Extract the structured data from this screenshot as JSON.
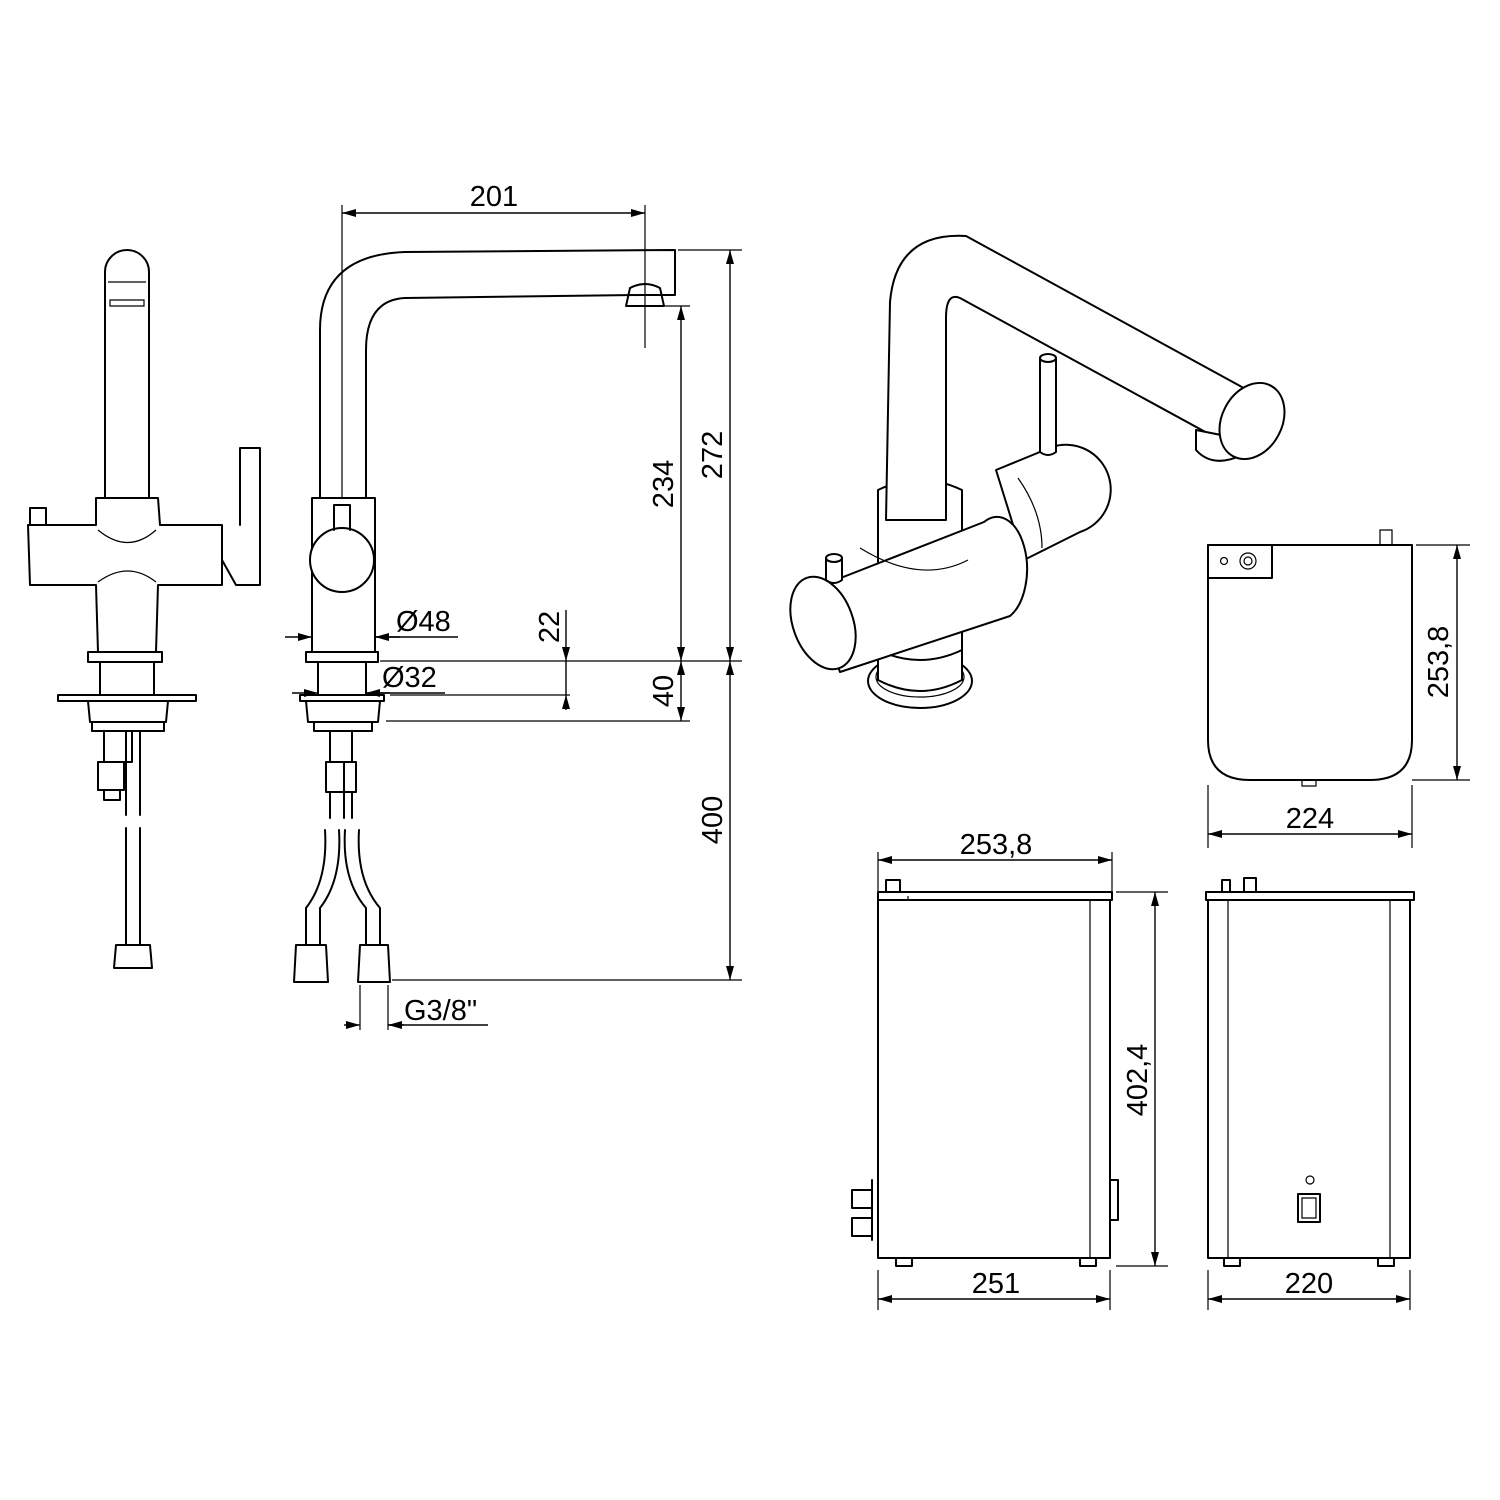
{
  "colors": {
    "line": "#000000",
    "background": "#ffffff"
  },
  "dimensions": {
    "spout_reach": "201",
    "total_height": "272",
    "spout_height": "234",
    "body_diameter": "Ø48",
    "hole_diameter": "Ø32",
    "rim_offset": "22",
    "deck_thickness": "40",
    "hose_length": "400",
    "hose_thread": "G3/8\"",
    "tank_top_width": "224",
    "tank_top_depth": "253,8",
    "tank_side_depth": "253,8",
    "tank_height": "402,4",
    "tank_side_base": "251",
    "tank_front_width": "220"
  }
}
